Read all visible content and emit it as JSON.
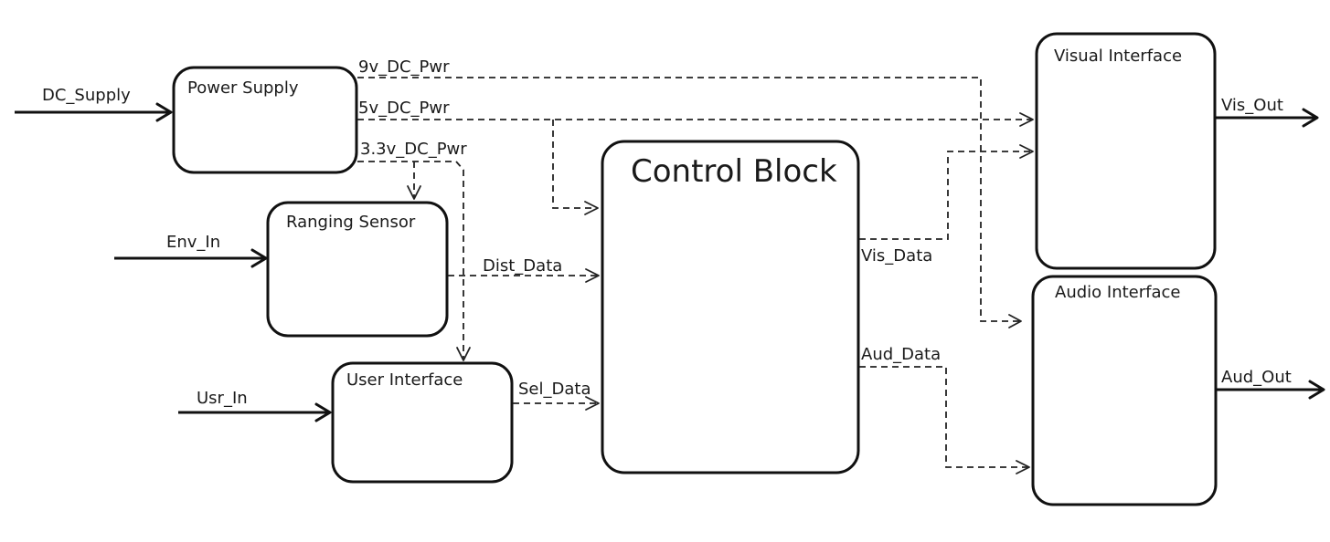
{
  "blocks": {
    "power_supply": "Power Supply",
    "ranging_sensor": "Ranging Sensor",
    "user_interface": "User Interface",
    "control_block": "Control Block",
    "visual_interface": "Visual Interface",
    "audio_interface": "Audio Interface"
  },
  "signals": {
    "dc_supply": "DC_Supply",
    "env_in": "Env_In",
    "usr_in": "Usr_In",
    "pwr_9v": "9v_DC_Pwr",
    "pwr_5v": "5v_DC_Pwr",
    "pwr_3v3": "3.3v_DC_Pwr",
    "dist_data": "Dist_Data",
    "sel_data": "Sel_Data",
    "vis_data": "Vis_Data",
    "aud_data": "Aud_Data",
    "vis_out": "Vis_Out",
    "aud_out": "Aud_Out"
  },
  "colors": {
    "stroke": "#111111",
    "background": "#ffffff"
  }
}
